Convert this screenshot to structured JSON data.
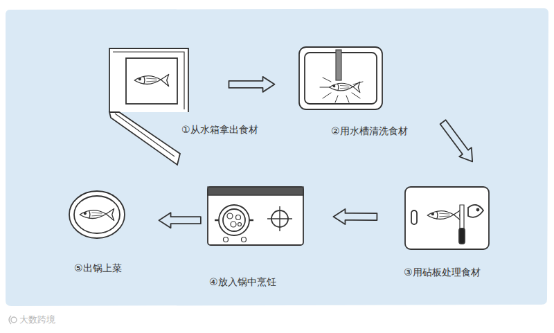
{
  "diagram": {
    "nodes": [
      {
        "text": [
          "①从水箱拿出食材"
        ]
      },
      {
        "text": [
          "②用水槽清洗食材"
        ]
      },
      {
        "text": [
          "③用砧板处理食材"
        ]
      },
      {
        "text": [
          "④放入锅中烹饪"
        ]
      },
      {
        "text": [
          "⑤出锅上菜"
        ]
      }
    ],
    "edges": [
      {
        "from": 0,
        "to": 1,
        "arrow": "to"
      },
      {
        "from": 1,
        "to": 2,
        "arrow": "to"
      },
      {
        "from": 2,
        "to": 3,
        "arrow": "to"
      },
      {
        "from": 3,
        "to": 4,
        "arrow": "to"
      }
    ],
    "labels": [
      "大数跨境"
    ]
  }
}
